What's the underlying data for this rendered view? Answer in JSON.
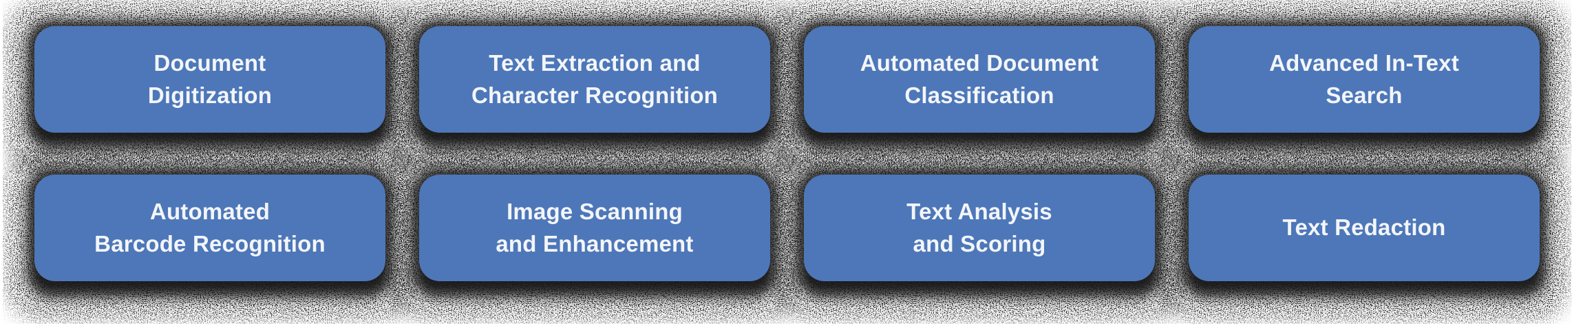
{
  "colors": {
    "button_fill": "#4d77b9",
    "button_text": "#f3f5f8",
    "shadow": "#101010",
    "page_background": "#ffffff"
  },
  "buttons": [
    {
      "label": "Document Digitization",
      "line1": "Document",
      "line2": "Digitization"
    },
    {
      "label": "Text Extraction and Character Recognition",
      "line1": "Text Extraction and",
      "line2": "Character Recognition"
    },
    {
      "label": "Automated Document Classification",
      "line1": "Automated Document",
      "line2": "Classification"
    },
    {
      "label": "Advanced In-Text Search",
      "line1": "Advanced In-Text",
      "line2": "Search"
    },
    {
      "label": "Automated Barcode Recognition",
      "line1": "Automated",
      "line2": "Barcode Recognition"
    },
    {
      "label": "Image Scanning and Enhancement",
      "line1": "Image Scanning",
      "line2": "and Enhancement"
    },
    {
      "label": "Text Analysis and Scoring",
      "line1": "Text Analysis",
      "line2": "and Scoring"
    },
    {
      "label": "Text Redaction",
      "line1": "Text Redaction",
      "line2": ""
    }
  ]
}
